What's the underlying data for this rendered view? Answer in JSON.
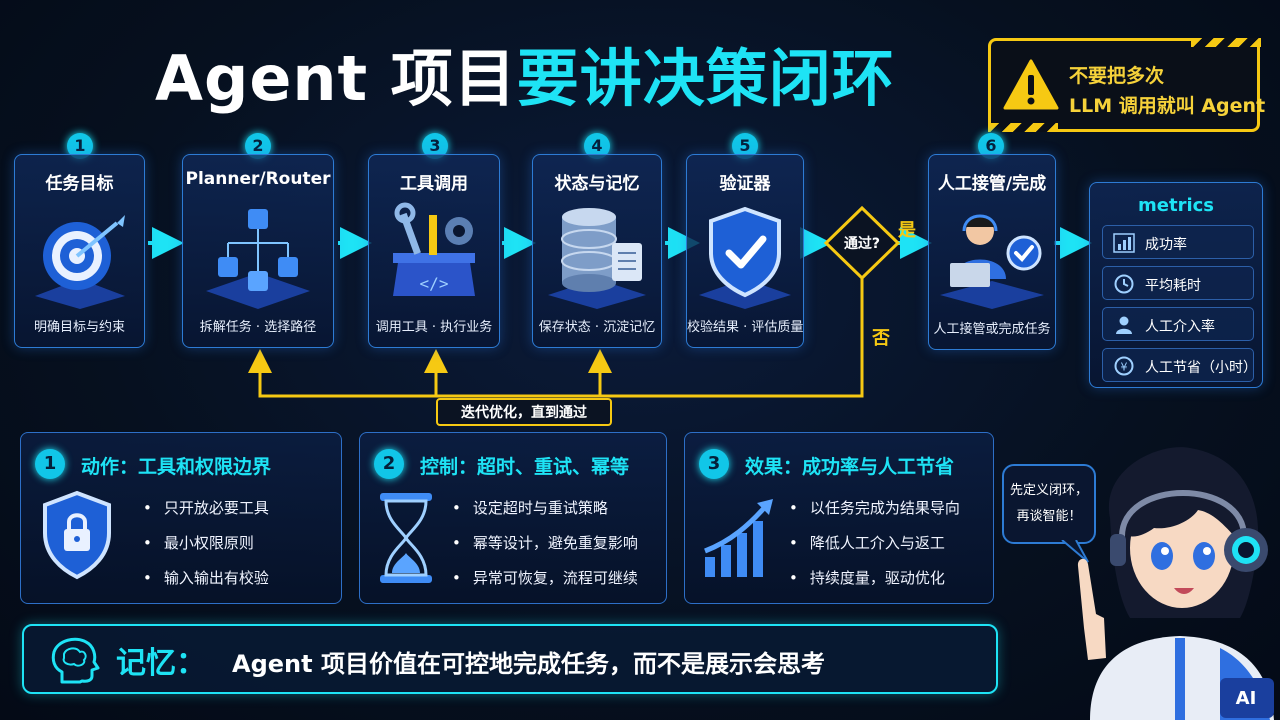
{
  "title": {
    "part1": "Agent 项目",
    "part2": "要讲决策闭环"
  },
  "warning": {
    "line1": "不要把多次",
    "line2": "LLM 调用就叫 Agent"
  },
  "steps": [
    {
      "num": "1",
      "title": "任务目标",
      "desc": "明确目标与约束",
      "icon": "target-icon"
    },
    {
      "num": "2",
      "title": "Planner/Router",
      "desc": "拆解任务 · 选择路径",
      "icon": "network-cubes-icon"
    },
    {
      "num": "3",
      "title": "工具调用",
      "desc": "调用工具 · 执行业务",
      "icon": "toolbox-icon"
    },
    {
      "num": "4",
      "title": "状态与记忆",
      "desc": "保存状态 · 沉淀记忆",
      "icon": "database-icon"
    },
    {
      "num": "5",
      "title": "验证器",
      "desc": "校验结果 · 评估质量",
      "icon": "shield-check-icon"
    },
    {
      "num": "6",
      "title": "人工接管/完成",
      "desc": "人工接管或完成任务",
      "icon": "operator-headset-icon"
    }
  ],
  "decision": {
    "label": "通过?",
    "yes": "是",
    "no": "否",
    "loop": "迭代优化，直到通过"
  },
  "metrics": {
    "title": "metrics",
    "items": [
      {
        "label": "成功率",
        "icon": "bar-chart-icon"
      },
      {
        "label": "平均耗时",
        "icon": "clock-icon"
      },
      {
        "label": "人工介入率",
        "icon": "person-icon"
      },
      {
        "label": "人工节省（小时）",
        "icon": "yen-coin-icon"
      }
    ]
  },
  "panels": [
    {
      "num": "1",
      "title": "动作：工具和权限边界",
      "icon": "lock-shield-icon",
      "items": [
        "只开放必要工具",
        "最小权限原则",
        "输入输出有校验"
      ]
    },
    {
      "num": "2",
      "title": "控制：超时、重试、幂等",
      "icon": "hourglass-icon",
      "items": [
        "设定超时与重试策略",
        "幂等设计，避免重复影响",
        "异常可恢复，流程可继续"
      ]
    },
    {
      "num": "3",
      "title": "效果：成功率与人工节省",
      "icon": "growth-chart-icon",
      "items": [
        "以任务完成为结果导向",
        "降低人工介入与返工",
        "持续度量，驱动优化"
      ]
    }
  ],
  "memory": {
    "label": "记忆：",
    "text": "Agent 项目价值在可控地完成任务，而不是展示会思考"
  },
  "bubble": {
    "line1": "先定义闭环，",
    "line2": "再谈智能！"
  },
  "mascot": {
    "badge": "AI"
  },
  "colors": {
    "accent": "#1ee3f5",
    "warning": "#f6c913",
    "border": "#2d7bd4"
  }
}
